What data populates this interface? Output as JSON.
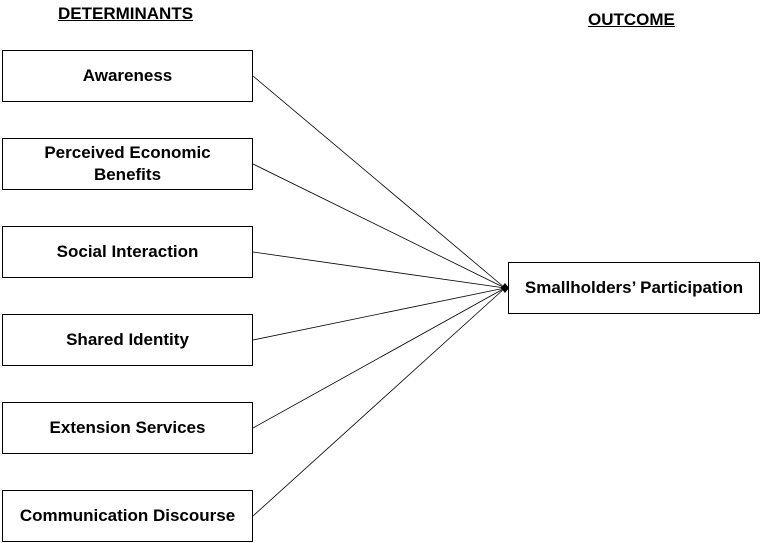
{
  "headings": {
    "determinants": "DETERMINANTS",
    "outcome": "OUTCOME"
  },
  "determinants": [
    "Awareness",
    "Perceived Economic Benefits",
    "Social Interaction",
    "Shared Identity",
    "Extension Services",
    "Communication Discourse"
  ],
  "outcome": "Smallholders’ Participation"
}
